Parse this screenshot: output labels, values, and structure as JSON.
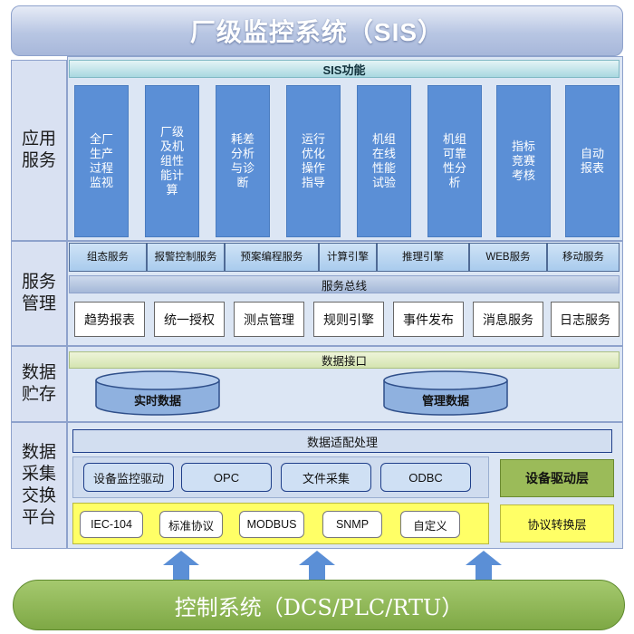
{
  "title": "厂级监控系统（SIS）",
  "layers": {
    "application": "应用\n服务",
    "service_mgmt": "服务\n管理",
    "data_storage": "数据\n贮存",
    "acquisition": "数据\n采集\n交换\n平台"
  },
  "sis_functions_header": "SIS功能",
  "sis_functions": [
    "全厂生产过程监视",
    "厂级及机组性能计算",
    "耗差分析与诊断",
    "运行优化操作指导",
    "机组在线性能试验",
    "机组可靠性分析",
    "指标竞赛考核",
    "自动报表"
  ],
  "service_row": [
    "组态服务",
    "报警控制服务",
    "预案编程服务",
    "计算引擎",
    "推理引擎",
    "WEB服务",
    "移动服务"
  ],
  "service_bus": "服务总线",
  "management_row": [
    "趋势报表",
    "统一授权",
    "测点管理",
    "规则引擎",
    "事件发布",
    "消息服务",
    "日志服务"
  ],
  "data_interface": "数据接口",
  "databases": [
    "实时数据",
    "管理数据"
  ],
  "data_adaptation": "数据适配处理",
  "drivers": [
    "设备监控驱动",
    "OPC",
    "文件采集",
    "ODBC"
  ],
  "device_driver_layer": "设备驱动层",
  "protocols": [
    "IEC-104",
    "标准协议",
    "MODBUS",
    "SNMP",
    "自定义"
  ],
  "protocol_layer": "协议转换层",
  "control_system": "控制系统（DCS/PLC/RTU）",
  "colors": {
    "accent_blue": "#5b8fd6",
    "driver_green": "#9bbb59",
    "protocol_yellow": "#ffff66",
    "control_green": "#8bb454"
  }
}
